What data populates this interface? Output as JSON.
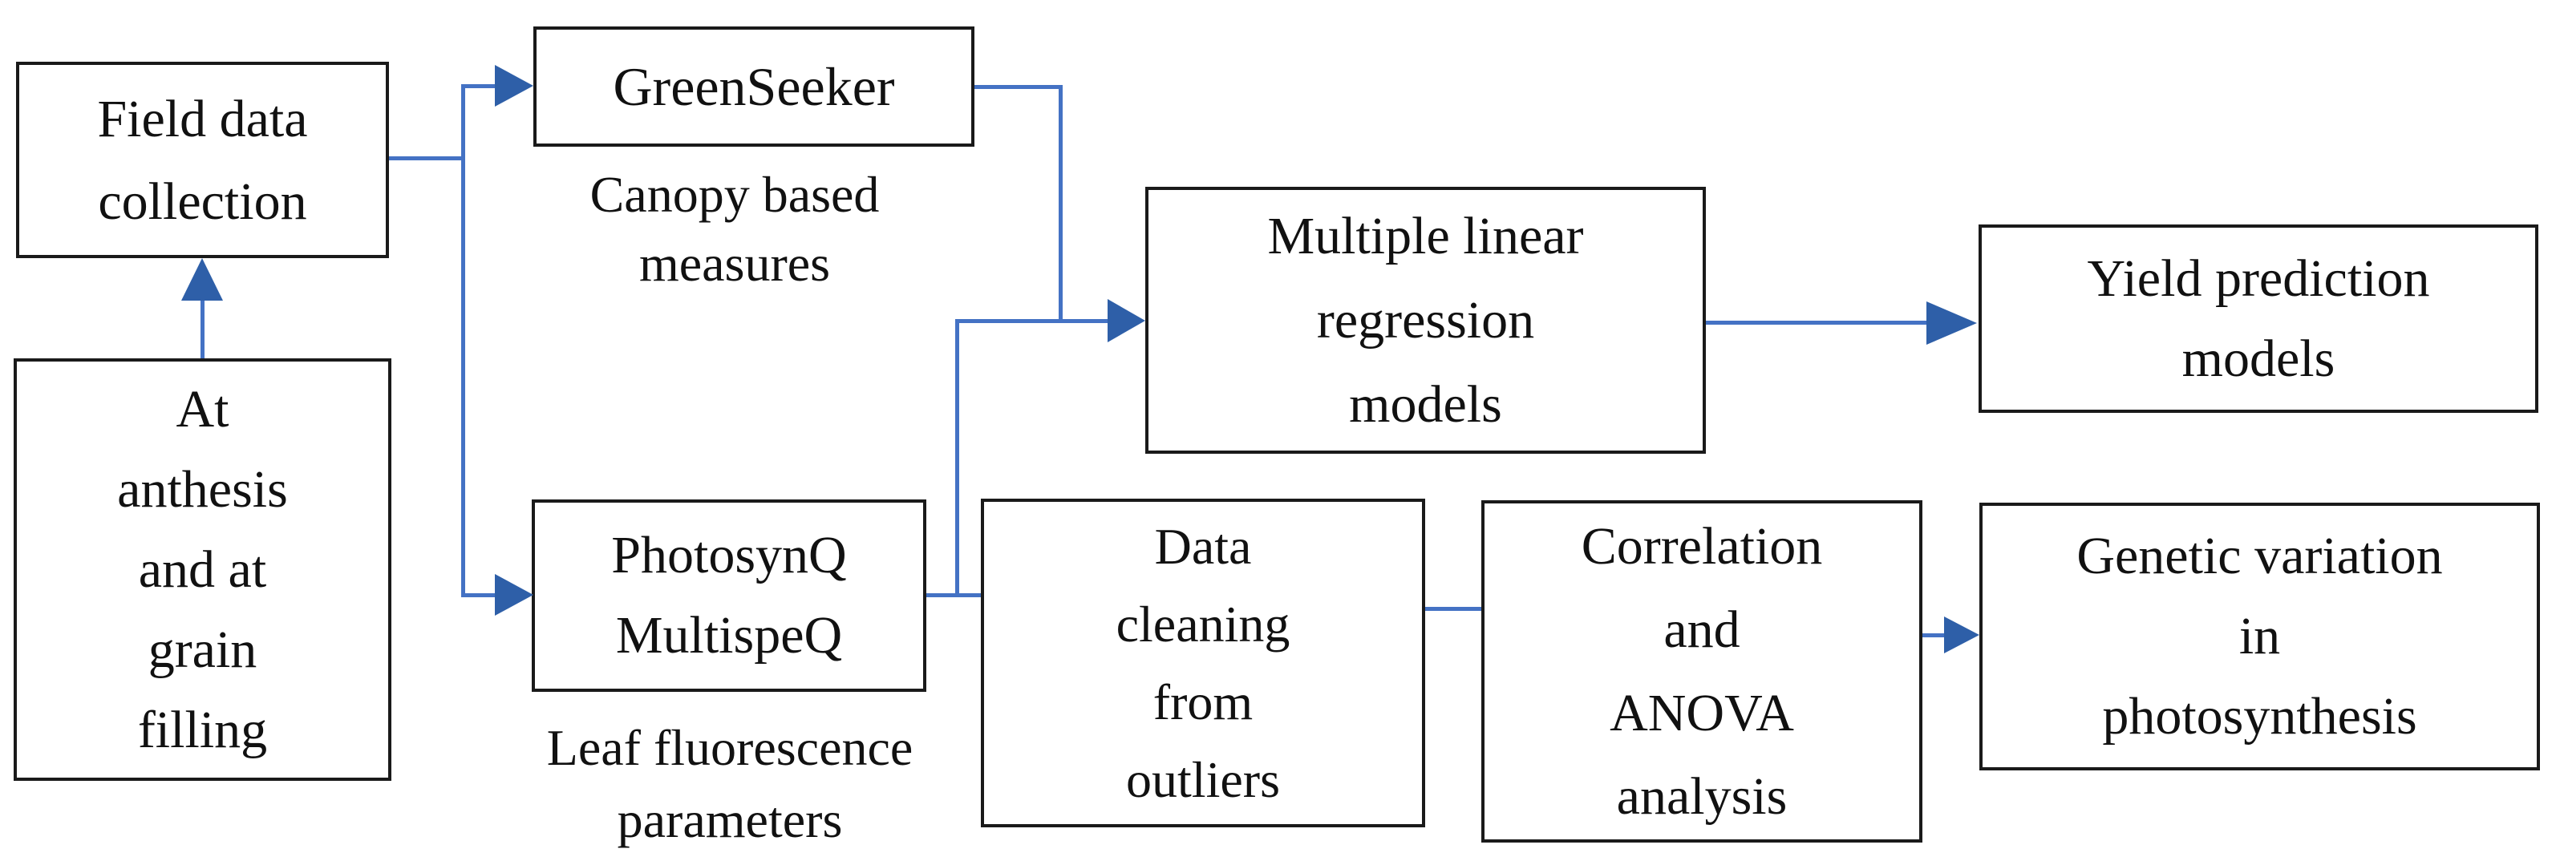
{
  "diagram": {
    "boxes": {
      "field_data": {
        "text": "Field data\ncollection"
      },
      "anthesis": {
        "text": "At\nanthesis\nand at\ngrain\nfilling"
      },
      "greenseeker": {
        "text": "GreenSeeker"
      },
      "photosynq": {
        "text": "PhotosynQ\nMultispeQ"
      },
      "mlr": {
        "text": "Multiple linear\nregression\nmodels"
      },
      "yield": {
        "text": "Yield prediction\nmodels"
      },
      "data_cleaning": {
        "text": "Data\ncleaning\nfrom\noutliers"
      },
      "correlation": {
        "text": "Correlation\nand\nANOVA\nanalysis"
      },
      "genetic": {
        "text": "Genetic variation\nin\nphotosynthesis"
      }
    },
    "labels": {
      "canopy": {
        "text": "Canopy based\nmeasures"
      },
      "leaf": {
        "text": "Leaf fluorescence\nparameters"
      }
    },
    "edges": [
      {
        "from": "anthesis",
        "to": "field_data",
        "arrowhead": true
      },
      {
        "from": "field_data",
        "to": "greenseeker",
        "arrowhead": true
      },
      {
        "from": "field_data",
        "to": "photosynq",
        "arrowhead": true
      },
      {
        "from": "greenseeker",
        "to": "mlr",
        "arrowhead": true
      },
      {
        "from": "photosynq",
        "to": "mlr",
        "arrowhead": true
      },
      {
        "from": "mlr",
        "to": "yield",
        "arrowhead": true
      },
      {
        "from": "photosynq",
        "to": "data_cleaning",
        "arrowhead": false
      },
      {
        "from": "data_cleaning",
        "to": "correlation",
        "arrowhead": false
      },
      {
        "from": "correlation",
        "to": "genetic",
        "arrowhead": true
      }
    ],
    "colors": {
      "line": "#4472C4",
      "arrow": "#2E5FA8",
      "border": "#1A1A1A",
      "text": "#111111",
      "background": "#FFFFFF"
    }
  }
}
